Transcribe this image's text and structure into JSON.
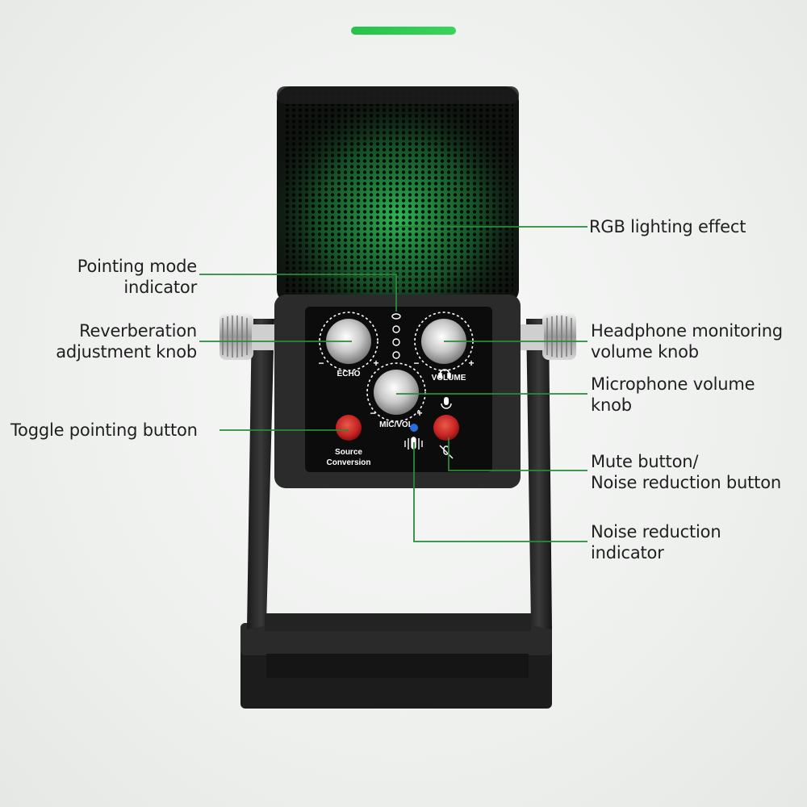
{
  "labels": {
    "rgb": "RGB lighting effect",
    "pointing_mode_1": "Pointing mode",
    "pointing_mode_2": "indicator",
    "reverb_1": "Reverberation",
    "reverb_2": "adjustment knob",
    "toggle": "Toggle pointing button",
    "headphone_1": "Headphone monitoring",
    "headphone_2": "volume knob",
    "mic_volume_1": "Microphone volume",
    "mic_volume_2": "knob",
    "mute_1": "Mute button/",
    "mute_2": "Noise reduction button",
    "noise_ind_1": "Noise reduction",
    "noise_ind_2": "indicator"
  },
  "panel": {
    "echo": "ECHO",
    "volume": "VOLUME",
    "micvol": "MIC/VOL",
    "source_1": "Source",
    "source_2": "Conversion",
    "minus": "−",
    "plus": "+"
  },
  "colors": {
    "accent": "#2fcf52",
    "leader_line": "#2a8a3a",
    "button_red": "#d42b2b",
    "indicator_blue": "#2a6de0",
    "glow_green": "#2fbf5a"
  },
  "icons": {
    "headphone": "headphone-icon",
    "mic": "microphone-icon",
    "mic_mute": "microphone-mute-icon",
    "noise": "noise-reduction-icon"
  }
}
